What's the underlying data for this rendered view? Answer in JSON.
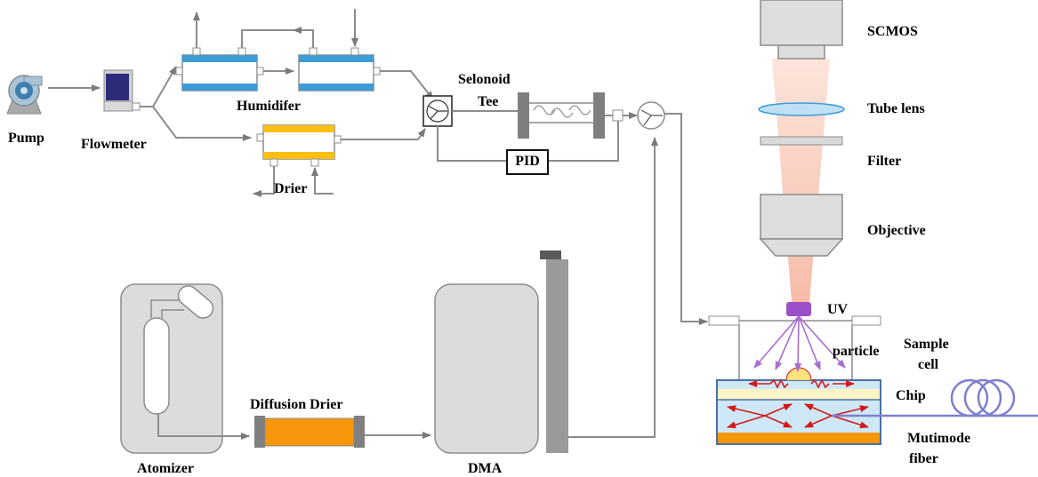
{
  "labels": {
    "pump": "Pump",
    "flowmeter": "Flowmeter",
    "humidifier": "Humidifer",
    "drier": "Drier",
    "solenoid": "Selonoid",
    "tee": "Tee",
    "pid": "PID",
    "scmos": "SCMOS",
    "tube_lens": "Tube lens",
    "filter": "Filter",
    "objective": "Objective",
    "uv": "UV",
    "particle": "particle",
    "sample_cell_1": "Sample",
    "sample_cell_2": "cell",
    "chip": "Chip",
    "fiber_1": "Mutimode",
    "fiber_2": "fiber",
    "atomizer": "Atomizer",
    "diffusion_drier": "Diffusion Drier",
    "dma": "DMA"
  },
  "colors": {
    "line": "#8c8c8c",
    "humidifier": "#3d9bd6",
    "drier": "#f9c013",
    "diffusion_drier": "#f5960b",
    "light_beam": "#f7b8a4",
    "uv_led": "#9b4fc9",
    "uv_ray": "#a86cd4",
    "scatter_ray": "#d21a1a",
    "fiber": "#7f7fcf",
    "chip_blue": "#cfe8f7",
    "chip_yellow": "#fdf3c4"
  }
}
